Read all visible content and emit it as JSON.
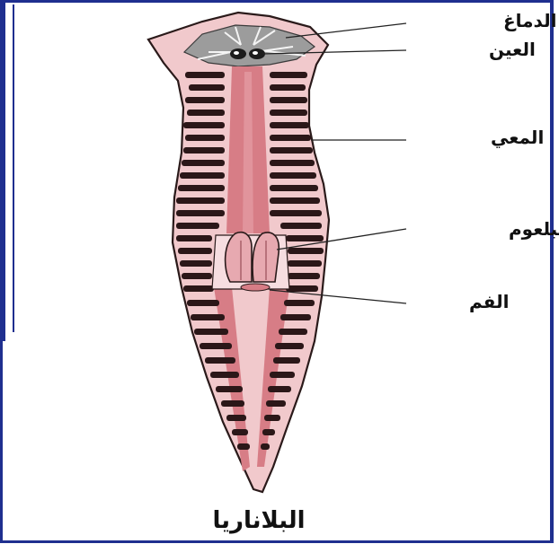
{
  "labels": {
    "brain": "الدماغ",
    "eye": "العين",
    "intestine": "المعي",
    "pharynx": "البلعوم",
    "mouth": "الفم"
  },
  "caption": "البلاناريا",
  "colors": {
    "border_blue": "#1f2f8f",
    "body_outline": "#2a1a1a",
    "body_fill": "#f1c9cc",
    "gut_main": "#d77d86",
    "gut_dark": "#2b1718",
    "head_gray": "#8a8a8a",
    "pharynx_fill": "#e7a9b0"
  }
}
